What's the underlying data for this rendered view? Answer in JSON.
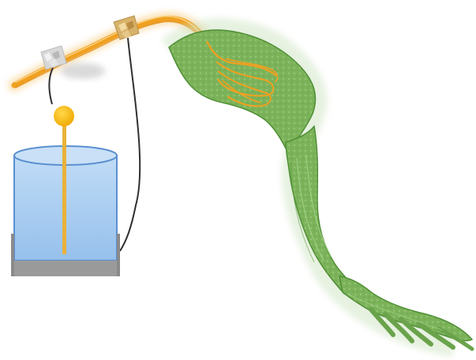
{
  "diagram": {
    "components": [
      {
        "id": "electrode-bundle",
        "icon": "electrode-bundle-icon"
      },
      {
        "id": "electrode-tip",
        "icon": "electrode-tip-icon"
      },
      {
        "id": "beaker",
        "icon": "beaker-icon"
      },
      {
        "id": "nerve-muscle-preparation",
        "icon": "leg-muscle-icon"
      }
    ],
    "colors": {
      "muscle_fill": "#7cb35a",
      "muscle_edge": "#4f8f35",
      "muscle_texture": "#9fcd80",
      "nerve_orange": "#f0a020",
      "nerve_glow": "#f7c978",
      "wire": "#303030",
      "solution_fill": "#a9cdf0",
      "solution_top": "#c9e0f7",
      "beaker_edge": "#5a90d0",
      "beaker_base": "#9a9a9a",
      "electrode_ball": "#f6b800",
      "electrode_rod": "#e9b23a",
      "clip_grey": "#d8d8d8",
      "clip_gold": "#d8b26a"
    }
  }
}
